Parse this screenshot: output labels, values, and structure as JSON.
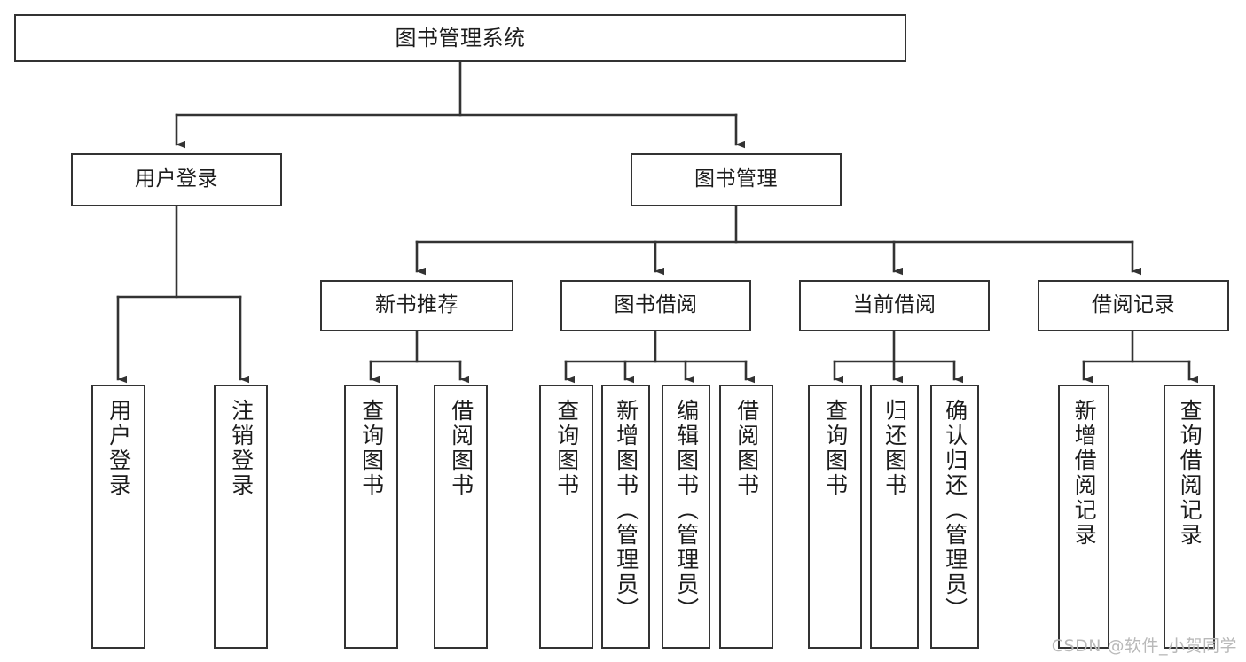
{
  "diagram": {
    "title": "图书管理系统",
    "type": "hierarchy-tree",
    "watermark": "CSDN @软件_小贺同学",
    "colors": {
      "background": "#ffffff",
      "node_fill": "#ffffff",
      "node_border": "#333333",
      "edge": "#333333",
      "text": "#1c1c1c",
      "watermark": "#b9b9b9"
    }
  },
  "nodes": {
    "root": {
      "label": "图书管理系统"
    },
    "level1": [
      {
        "id": "user-login",
        "label": "用户登录"
      },
      {
        "id": "book-manage",
        "label": "图书管理"
      }
    ],
    "level2": [
      {
        "id": "new-book-rec",
        "label": "新书推荐"
      },
      {
        "id": "book-borrow",
        "label": "图书借阅"
      },
      {
        "id": "current-borrow",
        "label": "当前借阅"
      },
      {
        "id": "borrow-record",
        "label": "借阅记录"
      }
    ],
    "leaves": {
      "user-login": [
        {
          "id": "leaf-user-login",
          "label": "用户登录"
        },
        {
          "id": "leaf-logout",
          "label": "注销登录"
        }
      ],
      "new-book-rec": [
        {
          "id": "leaf-query-book-1",
          "label": "查询图书"
        },
        {
          "id": "leaf-borrow-book-1",
          "label": "借阅图书"
        }
      ],
      "book-borrow": [
        {
          "id": "leaf-query-book-2",
          "label": "查询图书"
        },
        {
          "id": "leaf-add-book",
          "label": "新增图书（管理员）"
        },
        {
          "id": "leaf-edit-book",
          "label": "编辑图书（管理员）"
        },
        {
          "id": "leaf-borrow-book-2",
          "label": "借阅图书"
        }
      ],
      "current-borrow": [
        {
          "id": "leaf-query-book-3",
          "label": "查询图书"
        },
        {
          "id": "leaf-return-book",
          "label": "归还图书"
        },
        {
          "id": "leaf-confirm-return",
          "label": "确认归还（管理员）"
        }
      ],
      "borrow-record": [
        {
          "id": "leaf-add-record",
          "label": "新增借阅记录"
        },
        {
          "id": "leaf-query-record",
          "label": "查询借阅记录"
        }
      ]
    }
  }
}
